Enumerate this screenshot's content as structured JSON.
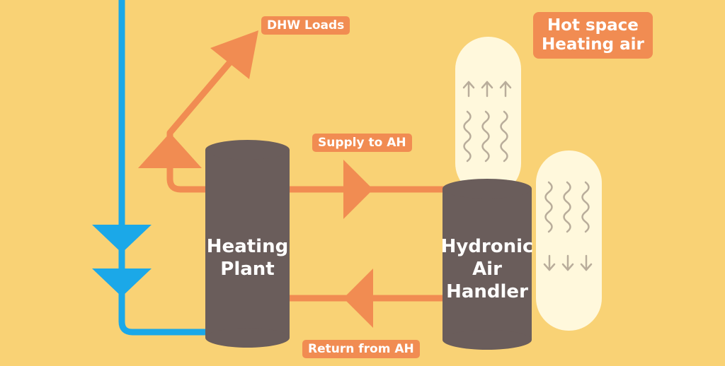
{
  "colors": {
    "background": "#f9d275",
    "hot_water_line": "#f18c52",
    "cold_water_line": "#1ba8e8",
    "equipment": "#6a5d5b",
    "air_column": "#fff8dc",
    "air_glyph": "#b9ad9b",
    "label_text": "#ffffff"
  },
  "labels": {
    "dhw_loads": "DHW Loads",
    "supply_to_ah": "Supply to AH",
    "return_from_ah": "Return from AH",
    "hot_space_line1": "Hot space",
    "hot_space_line2": "Heating air"
  },
  "equipment": {
    "heating_plant_line1": "Heating",
    "heating_plant_line2": "Plant",
    "air_handler_line1": "Hydronic",
    "air_handler_line2": "Air",
    "air_handler_line3": "Handler"
  },
  "icons": [
    "up-arrow-icon",
    "wavy-air-icon",
    "down-arrow-icon",
    "flow-arrow-icon"
  ]
}
